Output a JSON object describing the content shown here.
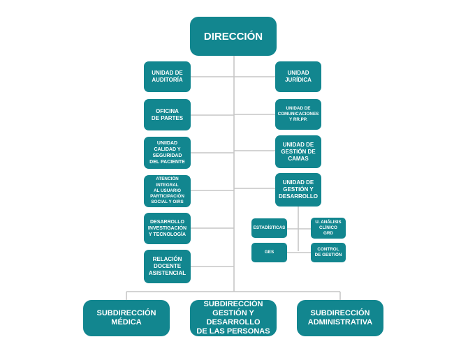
{
  "chart_data": {
    "type": "org-chart",
    "root": "DIRECCIÓN",
    "left_units": [
      "UNIDAD DE\nAUDITORÍA",
      "OFICINA\nDE PARTES",
      "UNIIDAD\nCALIDAD Y\nSEGURIDAD\nDEL PACIENTE",
      "ATENCIÓN INTEGRAL\nAL USUARIO\nPARTICIPACIÓN\nSOCIAL Y OIRS",
      "DESARROLLO\nINVESTIGACIÓN\nY TECNOLOGÍA",
      "RELACIÓN\nDOCENTE\nASISTENCIAL"
    ],
    "right_units": [
      "UNIDAD\nJURÍDICA",
      "UNIDAD DE\nCOMUNICACIONES\nY RR.PP.",
      "UNIDAD DE\nGESTIÓN DE\nCAMAS",
      "UNIDAD DE\nGESTIÓN Y\nDESARROLLO"
    ],
    "gestion_subunits": [
      "ESTADÍSTICAS",
      "U. ANÁLISIS\nCLÍNICO\nGRD",
      "GES",
      "CONTROL\nDE GESTIÓN"
    ],
    "subdirecciones": [
      "SUBDIRECCIÓN\nMÉDICA",
      "SUBDIRECCIÓN\nGESTIÓN Y DESARROLLO\nDE LAS PERSONAS",
      "SUBDIRECCIÓN\nADMINISTRATIVA"
    ]
  },
  "colors": {
    "box": "#12868f",
    "line": "#c6c6c6",
    "text": "#ffffff"
  }
}
